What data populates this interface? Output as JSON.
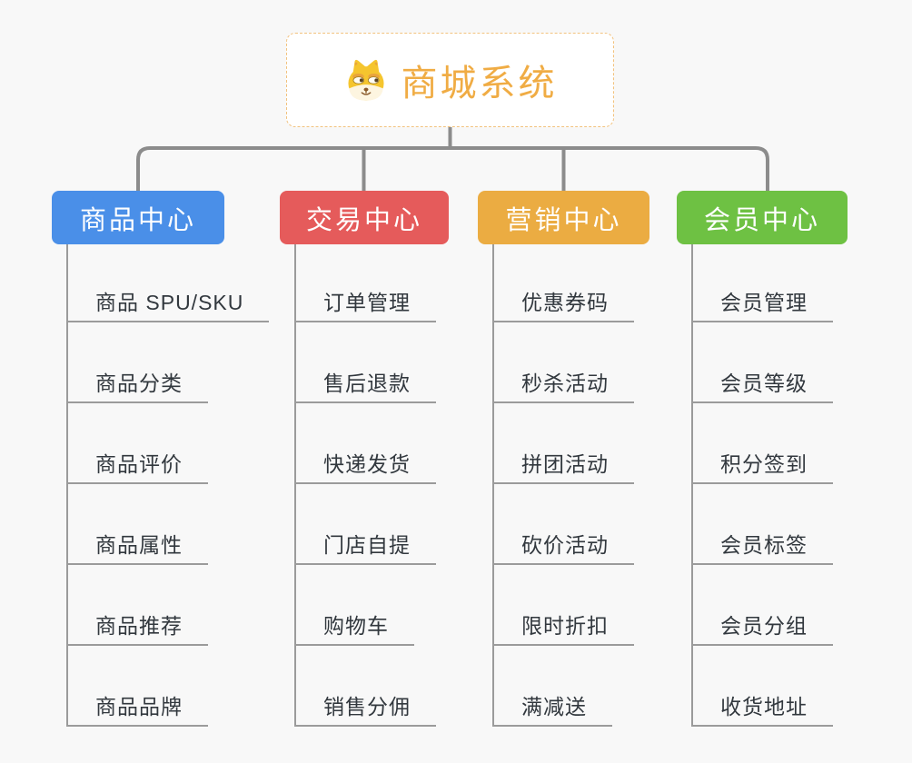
{
  "root": {
    "title": "商城系统",
    "icon": "doge-icon"
  },
  "colors": {
    "root_text": "#f0ac44",
    "root_border": "#f2c27e",
    "connector": "#8c8c8c",
    "leaf_line": "#9b9b9b",
    "leaf_text": "#32383e",
    "background": "#f8f8f8"
  },
  "branches": [
    {
      "label": "商品中心",
      "color": "#4a8fe8",
      "children": [
        "商品 SPU/SKU",
        "商品分类",
        "商品评价",
        "商品属性",
        "商品推荐",
        "商品品牌"
      ]
    },
    {
      "label": "交易中心",
      "color": "#e55b5b",
      "children": [
        "订单管理",
        "售后退款",
        "快递发货",
        "门店自提",
        "购物车",
        "销售分佣"
      ]
    },
    {
      "label": "营销中心",
      "color": "#ebac42",
      "children": [
        "优惠券码",
        "秒杀活动",
        "拼团活动",
        "砍价活动",
        "限时折扣",
        "满减送"
      ]
    },
    {
      "label": "会员中心",
      "color": "#6ec143",
      "children": [
        "会员管理",
        "会员等级",
        "积分签到",
        "会员标签",
        "会员分组",
        "收货地址"
      ]
    }
  ]
}
